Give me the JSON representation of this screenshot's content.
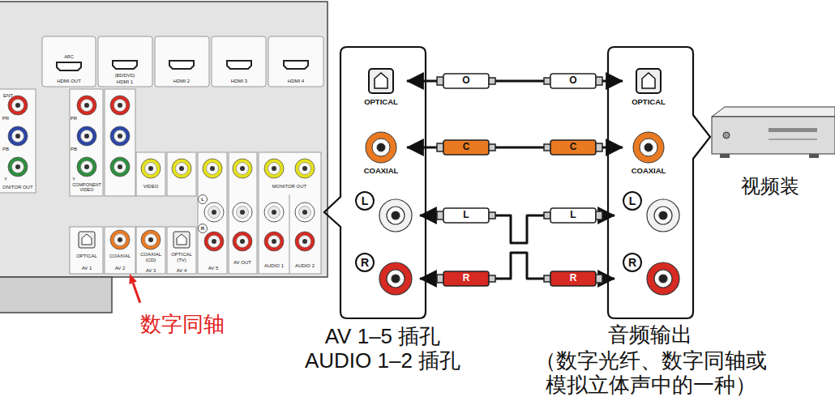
{
  "diagram": {
    "nodes": [
      {
        "text": [
          "AV 1–5 插孔 AUDIO 1–2 插孔"
        ]
      },
      {
        "text": [
          "OPTICAL"
        ],
        "in": 0
      },
      {
        "text": [
          "COAXIAL"
        ],
        "in": 0
      },
      {
        "text": [
          "L"
        ],
        "in": 0
      },
      {
        "text": [
          "R"
        ],
        "in": 0
      },
      {
        "text": [
          "音频输出",
          "（数字光纤、数字同轴或模拟立体声中的一种）"
        ]
      },
      {
        "text": [
          "OPTICAL"
        ],
        "in": 5
      },
      {
        "text": [
          "COAXIAL"
        ],
        "in": 5
      },
      {
        "text": [
          "L"
        ],
        "in": 5
      },
      {
        "text": [
          "R"
        ],
        "in": 5
      },
      {
        "text": [
          "视频装"
        ]
      }
    ],
    "edges": [
      {
        "from": 6,
        "to": 1,
        "arrow": "both"
      },
      {
        "from": 7,
        "to": 2,
        "arrow": "both"
      },
      {
        "from": 8,
        "to": 3,
        "arrow": "both"
      },
      {
        "from": 9,
        "to": 4,
        "arrow": "both"
      }
    ],
    "labels": [
      "ARC",
      "HDMI OUT",
      "(BD/DVD)",
      "HDMI 1",
      "HDMI 2",
      "HDMI 3",
      "HDMI 4",
      "ENT",
      "PR",
      "PB",
      "Y",
      "ONITOR OUT",
      "PR",
      "PB",
      "Y",
      "COMPONENT VIDEO",
      "VIDEO",
      "MONITOR OUT",
      "L",
      "R",
      "AV OUT",
      "OPTICAL",
      "AV 1",
      "COAXIAL",
      "AV 2",
      "COAXIAL (CD)",
      "AV 3",
      "OPTICAL (TV)",
      "AV 4",
      "AV 5",
      "AUDIO 1",
      "AUDIO 2",
      "数字同轴",
      "O",
      "O",
      "C",
      "C",
      "L",
      "L",
      "R",
      "R"
    ]
  }
}
